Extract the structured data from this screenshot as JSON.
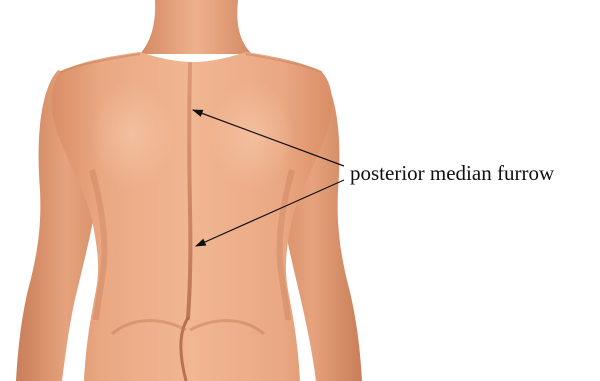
{
  "diagram": {
    "subject": "posterior view of human back (illustration)",
    "label": "posterior median furrow",
    "callouts": [
      {
        "target": "upper back midline"
      },
      {
        "target": "lower back midline"
      }
    ]
  },
  "colors": {
    "background": "#ffffff",
    "skin_base": "#e8a47f",
    "skin_shadow": "#c97c57",
    "skin_highlight": "#f4c3a3",
    "arrow": "#111111",
    "text": "#111111"
  }
}
